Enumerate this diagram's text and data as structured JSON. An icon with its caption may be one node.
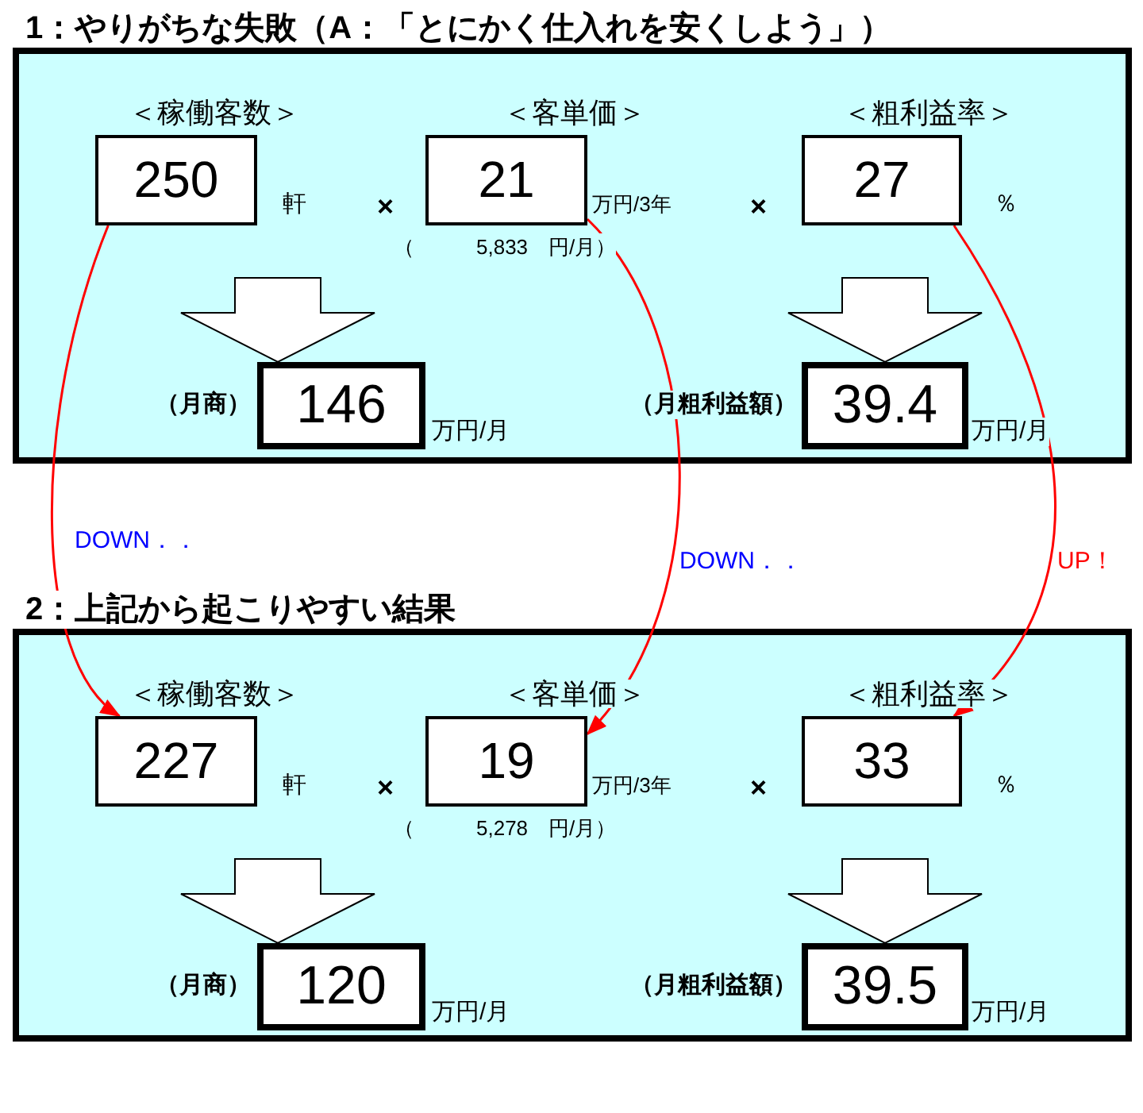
{
  "diagram": {
    "nodes": [
      {
        "text": [
          "1：やりがちな失敗（A：「とにかく仕入れを安くしよう」）"
        ]
      },
      {
        "text": [
          "250"
        ],
        "beside": [
          "＜稼働客数＞",
          "軒"
        ],
        "in": 0
      },
      {
        "text": [
          "21"
        ],
        "beside": [
          "＜客単価＞",
          "万円/3年",
          "（　　　5,833　円/月）"
        ],
        "in": 0
      },
      {
        "text": [
          "27"
        ],
        "beside": [
          "＜粗利益率＞",
          "％"
        ],
        "in": 0
      },
      {
        "text": [
          "146"
        ],
        "beside": [
          "（月商）",
          "万円/月"
        ],
        "in": 0
      },
      {
        "text": [
          "39.4"
        ],
        "beside": [
          "（月粗利益額）",
          "万円/月"
        ],
        "in": 0
      },
      {
        "text": [
          "2：上記から起こりやすい結果"
        ]
      },
      {
        "text": [
          "227"
        ],
        "beside": [
          "＜稼働客数＞",
          "軒"
        ],
        "in": 6
      },
      {
        "text": [
          "19"
        ],
        "beside": [
          "＜客単価＞",
          "万円/3年",
          "（　　　5,278　円/月）"
        ],
        "in": 6
      },
      {
        "text": [
          "33"
        ],
        "beside": [
          "＜粗利益率＞",
          "％"
        ],
        "in": 6
      },
      {
        "text": [
          "120"
        ],
        "beside": [
          "（月商）",
          "万円/月"
        ],
        "in": 6
      },
      {
        "text": [
          "39.5"
        ],
        "beside": [
          "（月粗利益額）",
          "万円/月"
        ],
        "in": 6
      }
    ],
    "edges": [
      {
        "from": null,
        "to": 4,
        "arrow": "to"
      },
      {
        "from": null,
        "to": 5,
        "arrow": "to"
      },
      {
        "from": 1,
        "to": 7,
        "arrow": "to",
        "label": "DOWN．．",
        "color": "#ff0000"
      },
      {
        "from": 2,
        "to": 8,
        "arrow": "to",
        "label": "DOWN．．",
        "color": "#ff0000"
      },
      {
        "from": 3,
        "to": 9,
        "arrow": "to",
        "label": "UP！",
        "color": "#ff0000"
      },
      {
        "from": null,
        "to": 10,
        "arrow": "to"
      },
      {
        "from": null,
        "to": 11,
        "arrow": "to"
      }
    ],
    "labels": [
      "×",
      "×",
      "×",
      "×"
    ]
  }
}
